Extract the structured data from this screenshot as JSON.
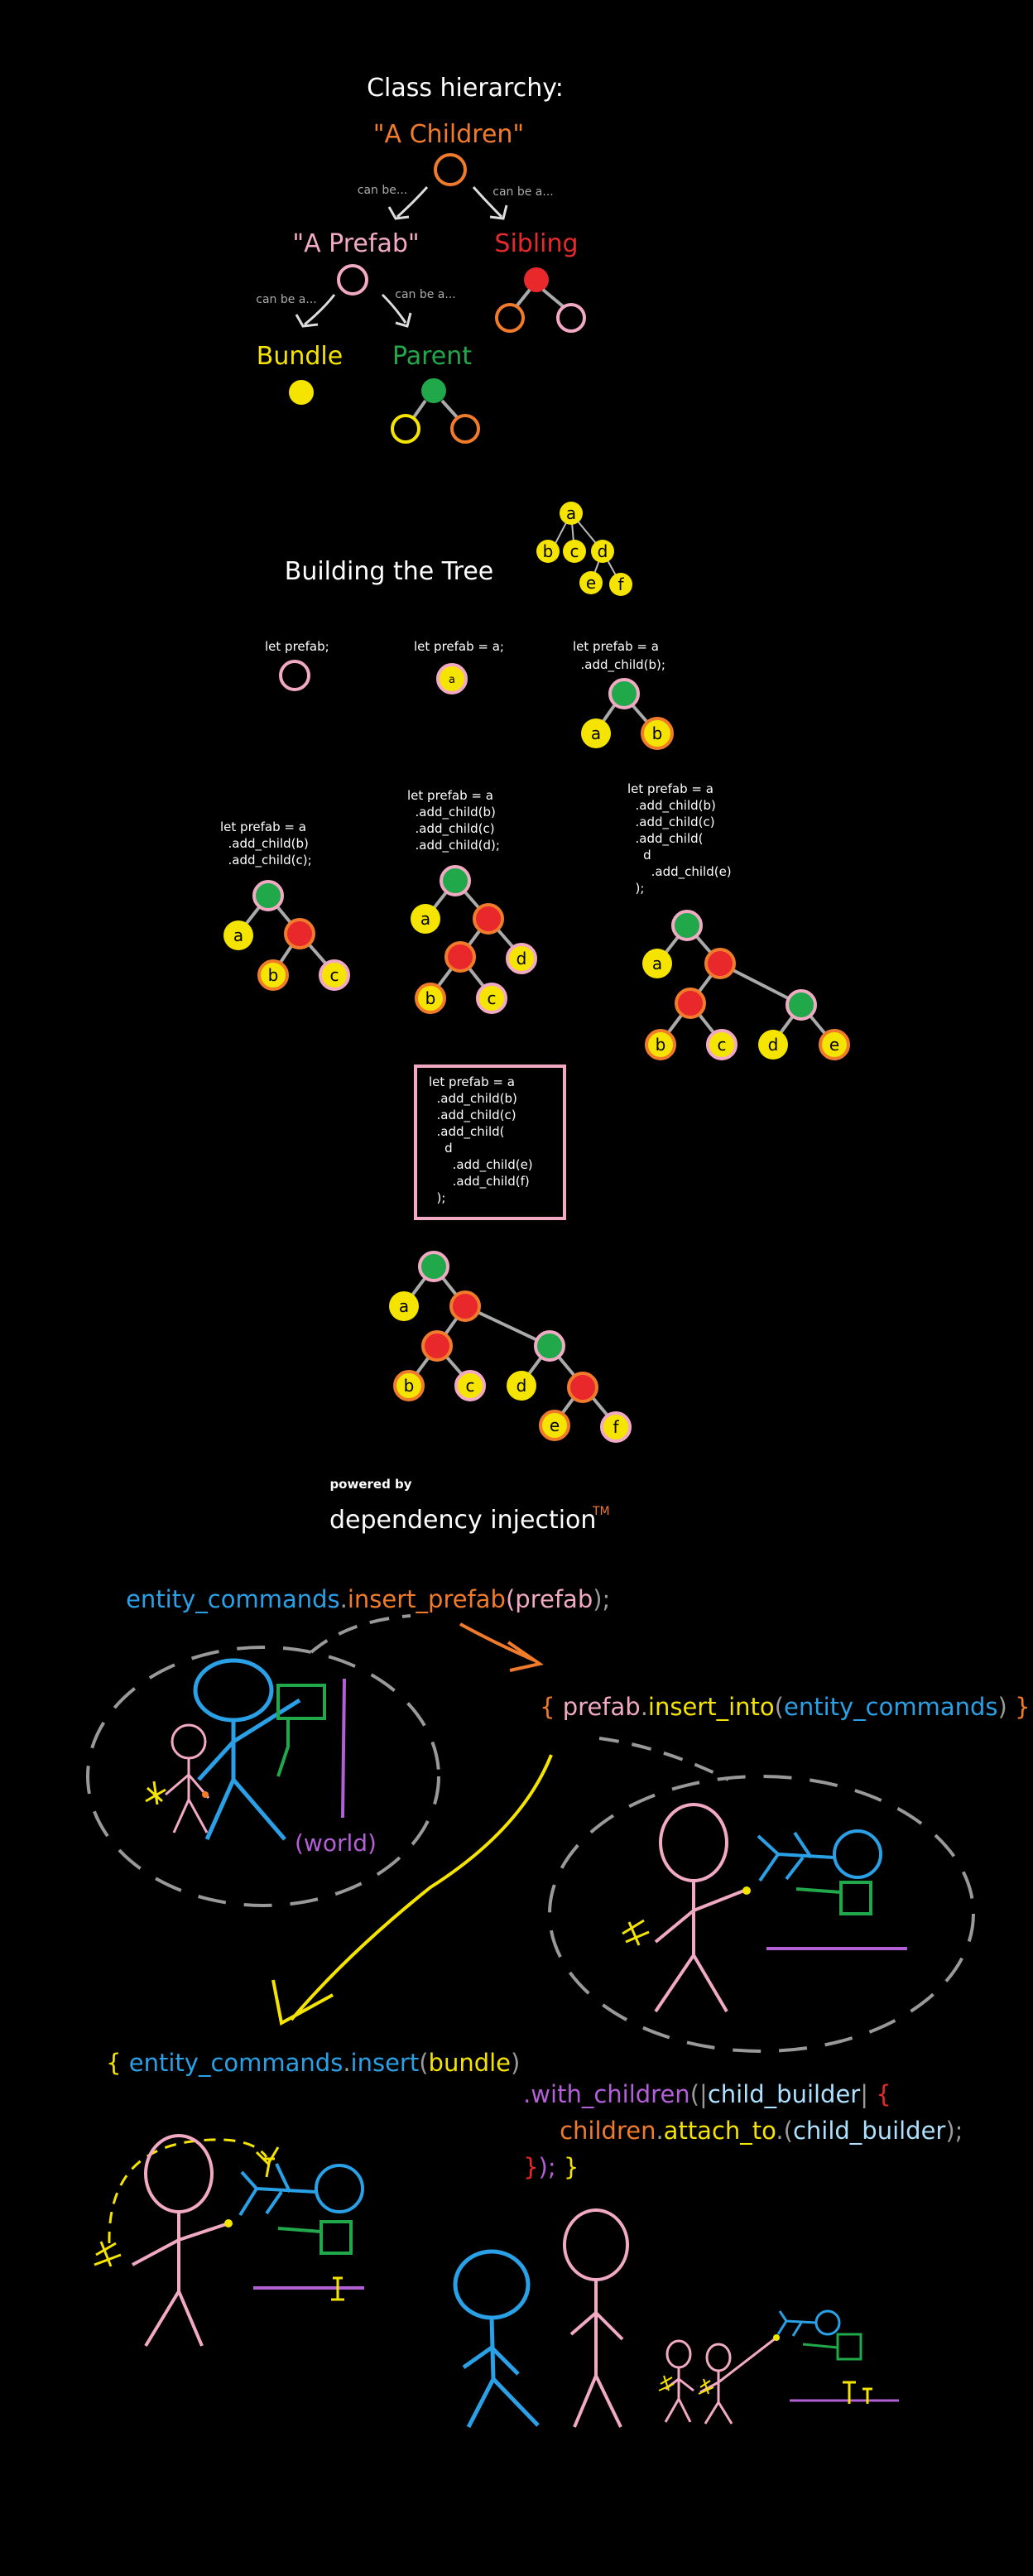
{
  "hierarchy": {
    "title": "Class hierarchy:",
    "root": "\"A Children\"",
    "can_be_left": "can be...",
    "can_be_right": "can be a...",
    "prefab": "\"A Prefab\"",
    "sibling": "Sibling",
    "can_be_a_1": "can be a...",
    "can_be_a_2": "can be a...",
    "bundle": "Bundle",
    "parent": "Parent"
  },
  "building": {
    "title": "Building the Tree",
    "mini_tree": [
      "a",
      "b",
      "c",
      "d",
      "e",
      "f"
    ],
    "step1": [
      "let prefab;"
    ],
    "step2": [
      "let prefab = a;"
    ],
    "step3": [
      "let prefab = a",
      "  .add_child(b);"
    ],
    "step4": [
      "let prefab = a",
      "  .add_child(b)",
      "  .add_child(c);"
    ],
    "step5": [
      "let prefab = a",
      "  .add_child(b)",
      "  .add_child(c)",
      "  .add_child(d);"
    ],
    "step6": [
      "let prefab = a",
      "  .add_child(b)",
      "  .add_child(c)",
      "  .add_child(",
      "    d",
      "      .add_child(e)",
      "  );"
    ],
    "final": [
      "let prefab = a",
      "  .add_child(b)",
      "  .add_child(c)",
      "  .add_child(",
      "    d",
      "      .add_child(e)",
      "      .add_child(f)",
      "  );"
    ],
    "node_labels": {
      "a": "a",
      "b": "b",
      "c": "c",
      "d": "d",
      "e": "e",
      "f": "f"
    }
  },
  "powered": {
    "small": "powered by",
    "big": "dependency injection",
    "tm": "TM"
  },
  "code": {
    "insert_prefab": {
      "obj": "entity_commands",
      "dot": ".",
      "fn": "insert_prefab",
      "open": "(",
      "arg": "prefab",
      "close": ");"
    },
    "insert_into": {
      "lb": "{ ",
      "obj": "prefab",
      "dot": ".",
      "fn": "insert_into",
      "open": "(",
      "arg": "entity_commands",
      "close": ")",
      "rb": " }"
    },
    "world": "(world)",
    "insert_bundle": {
      "lb": "{ ",
      "obj": "entity_commands",
      "dot": ".",
      "fn": "insert",
      "open": "(",
      "arg": "bundle",
      "close": ")"
    },
    "with_children": {
      "fn": ".with_children",
      "open": "(",
      "pipe1": "|",
      "arg": "child_builder",
      "pipe2": "|",
      "lb": " {"
    },
    "attach": {
      "obj": "children",
      "dot": ".",
      "fn": "attach_to",
      "dot2": ".",
      "open": "(",
      "arg": "child_builder",
      "close": ");"
    },
    "closing": {
      "a": "}",
      "b": ");",
      "c": " }"
    }
  },
  "colors": {
    "orange": "#f07b2a",
    "pink": "#f2aac4",
    "red": "#e8282a",
    "yellow": "#f5e400",
    "green": "#21a84a",
    "blue": "#2aa1e6",
    "purple": "#b35fd6",
    "gray": "#999999",
    "white": "#ffffff"
  }
}
